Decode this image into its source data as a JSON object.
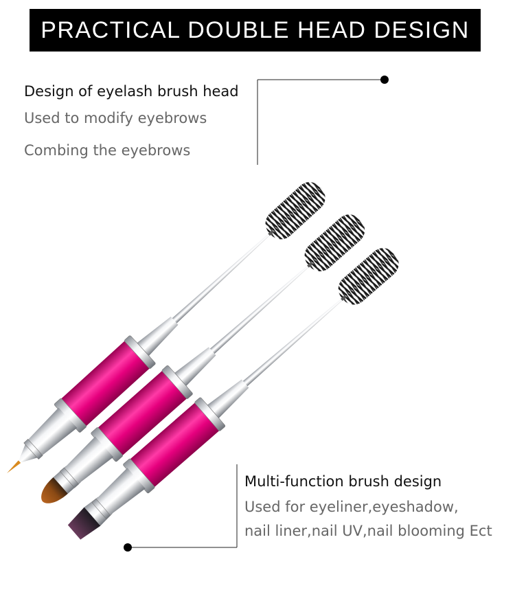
{
  "banner": {
    "title": "PRACTICAL DOUBLE HEAD DESIGN"
  },
  "top_callout": {
    "heading": "Design of eyelash brush head",
    "line1": "Used to modify eyebrows",
    "line2": "Combing the eyebrows"
  },
  "bottom_callout": {
    "heading": "Multi-function brush design",
    "line1": "Used for eyeliner,eyeshadow,",
    "line2": "nail liner,nail UV,nail blooming Ect"
  },
  "colors": {
    "banner_bg": "#000000",
    "handle": "#e6007e",
    "metal": "#c9ccd1",
    "text_dark": "#111111",
    "text_gray": "#666666"
  }
}
